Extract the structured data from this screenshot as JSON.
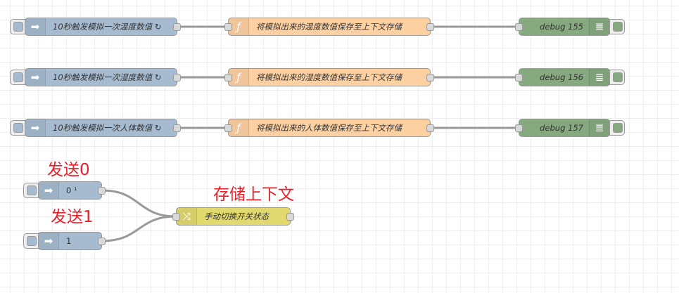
{
  "rows": [
    {
      "inject": "10秒触发模拟一次温度数值 ↻",
      "function": "将模拟出来的温度数值保存至上下文存储",
      "debug": "debug 155"
    },
    {
      "inject": "10秒触发模拟一次湿度数值 ↻",
      "function": "将模拟出来的湿度数值保存至上下文存储",
      "debug": "debug 156"
    },
    {
      "inject": "10秒触发模拟一次人体数值 ↻",
      "function": "将模拟出来的人体数值保存至上下文存储",
      "debug": "debug 157"
    }
  ],
  "manual": {
    "inject0": "0 ¹",
    "inject1": "1",
    "change": "手动切换开关状态"
  },
  "notes": {
    "send0": "发送0",
    "send1": "发送1",
    "store": "存储上下文"
  },
  "colors": {
    "inject": "#a6bbcf",
    "function": "#fdd0a2",
    "debug": "#87a980",
    "change": "#e2d96e",
    "note": "#e8212a"
  }
}
